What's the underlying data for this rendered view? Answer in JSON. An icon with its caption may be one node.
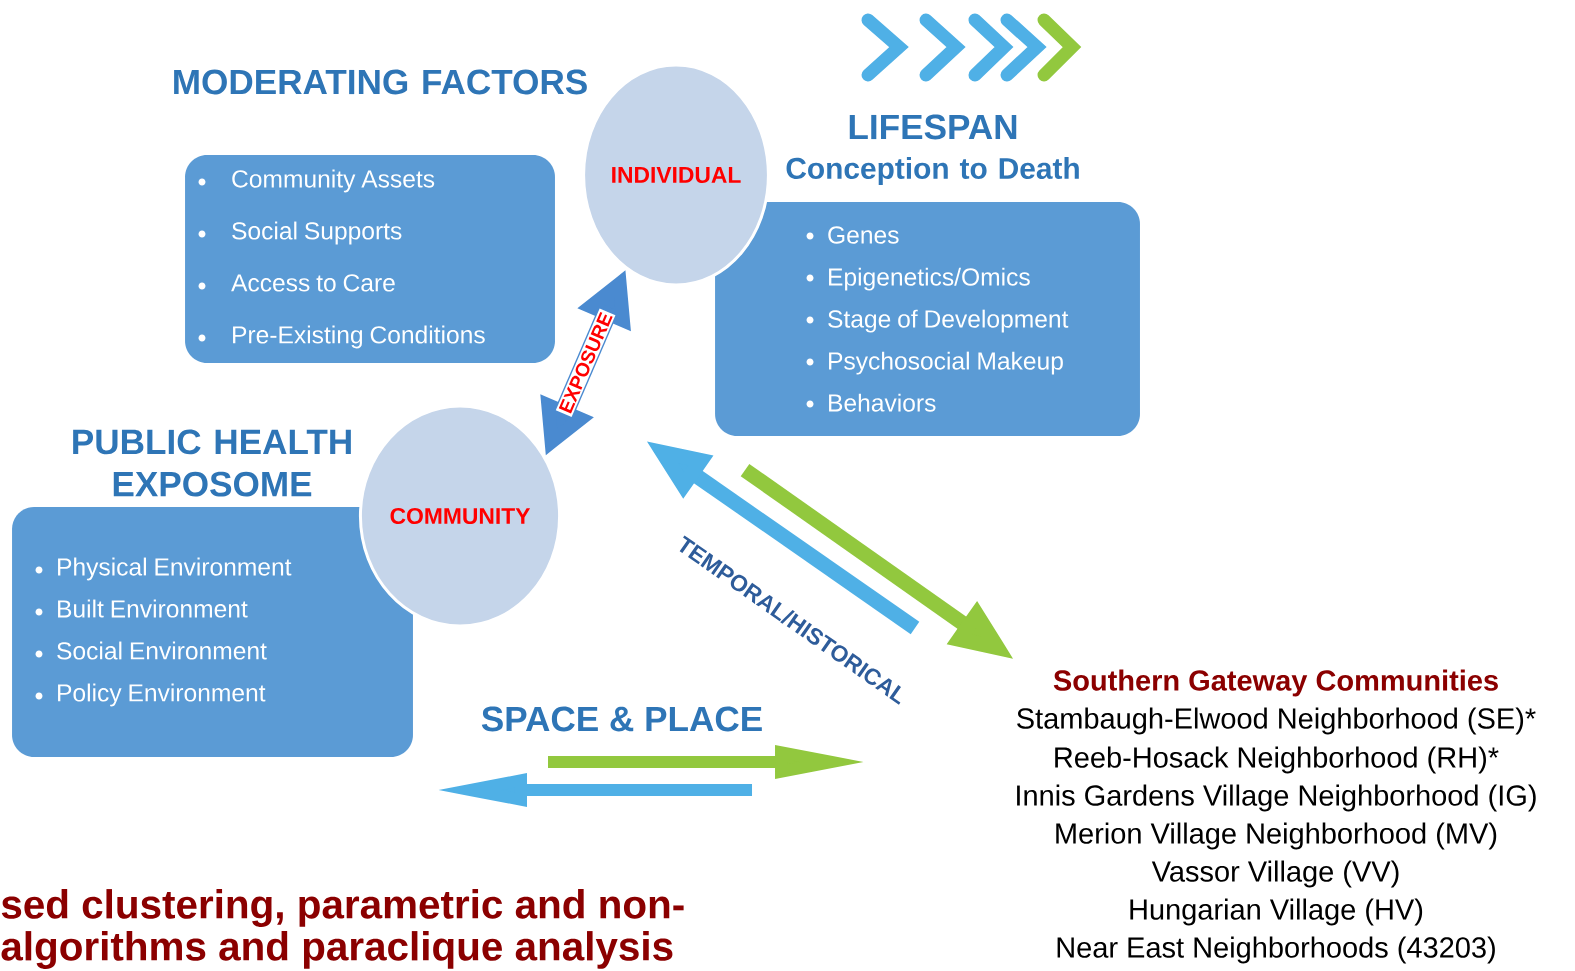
{
  "diagram": {
    "nodes": [
      {
        "text": [
          "MODERATING FACTORS",
          "Community Assets",
          "Social Supports",
          "Access to Care",
          "Pre-Existing Conditions"
        ]
      },
      {
        "text": [
          "INDIVIDUAL"
        ]
      },
      {
        "text": [
          "LIFESPAN",
          "Conception to Death",
          "Genes",
          "Epigenetics/Omics",
          "Stage of Development",
          "Psychosocial Makeup",
          "Behaviors"
        ]
      },
      {
        "text": [
          "PUBLIC HEALTH EXPOSOME",
          "Physical Environment",
          "Built Environment",
          "Social Environment",
          "Policy Environment"
        ]
      },
      {
        "text": [
          "COMMUNITY"
        ]
      }
    ],
    "edges": [
      {
        "from": 4,
        "to": 1,
        "arrow": "both",
        "label": "EXPOSURE"
      }
    ],
    "labels": [
      "TEMPORAL/HISTORICAL",
      "SPACE & PLACE",
      "Southern Gateway Communities",
      "Stambaugh-Elwood Neighborhood (SE)*",
      "Reeb-Hosack Neighborhood (RH)*",
      "Innis Gardens Village Neighborhood (IG)",
      "Merion Village Neighborhood (MV)",
      "Vassor Village (VV)",
      "Hungarian Village (HV)",
      "Near East Neighborhoods (43203)",
      "sed clustering, parametric and non-",
      "algorithms and paraclique analysis"
    ]
  }
}
